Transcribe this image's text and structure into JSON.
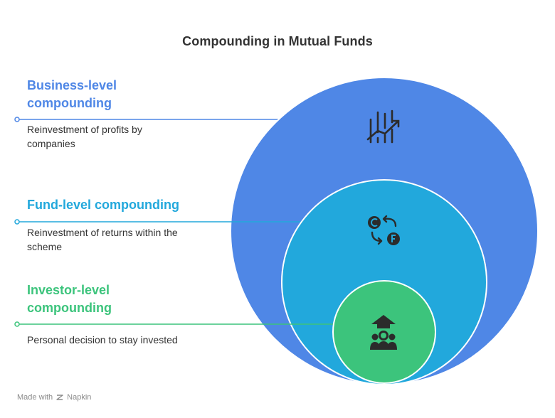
{
  "title": "Compounding in Mutual Funds",
  "layers": [
    {
      "heading_line1": "Business-level",
      "heading_line2": "compounding",
      "description_line1": "Reinvestment of profits by",
      "description_line2": "companies",
      "color": "#4f87e6",
      "icon": "growth-chart-icon"
    },
    {
      "heading_line1": "Fund-level compounding",
      "heading_line2": "",
      "description_line1": "Reinvestment of returns within the",
      "description_line2": "scheme",
      "color": "#22a8dc",
      "icon": "currency-exchange-icon"
    },
    {
      "heading_line1": "Investor-level",
      "heading_line2": "compounding",
      "description_line1": "Personal decision to stay invested",
      "description_line2": "",
      "color": "#3cc47c",
      "icon": "investor-group-icon"
    }
  ],
  "footer": {
    "made_with": "Made with",
    "brand": "Napkin"
  }
}
